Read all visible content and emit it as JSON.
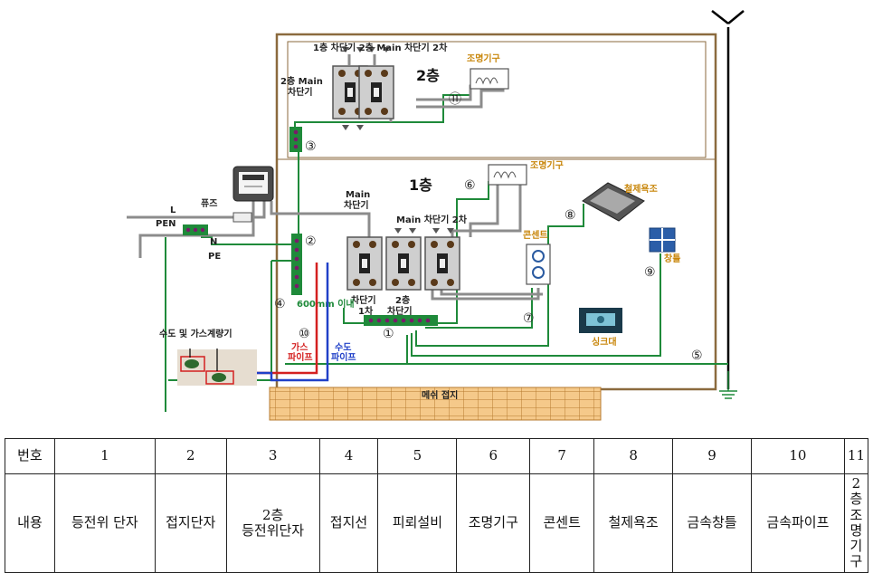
{
  "diagram": {
    "floor2_label": "2층",
    "floor1_label": "1층",
    "breaker_top_label": "1층 차단기 2층 Main 차단기 2차",
    "floor2_main_breaker": [
      "2층 Main",
      "차단기"
    ],
    "floor1_main_breaker": [
      "Main",
      "차단기"
    ],
    "floor1_breaker_2nd": "Main 차단기 2차",
    "breaker_1st": [
      "차단기",
      "1차"
    ],
    "breaker_floor2": [
      "2층",
      "차단기"
    ],
    "lighting_2f": "조명기구",
    "lighting_1f": "조명기구",
    "outlet": "콘센트",
    "bathtub": "철제욕조",
    "window": "창틀",
    "sink": "싱크대",
    "fuse": "퓨즈",
    "line_L": "L",
    "line_PEN": "PEN",
    "line_N": "N",
    "line_PE": "PE",
    "meter_label": "수도 및 가스계량기",
    "gas_pipe": [
      "가스",
      "파이프"
    ],
    "water_pipe": [
      "수도",
      "파이프"
    ],
    "distance_note": "600mm 이내",
    "mesh_ground": "메쉬 접지",
    "markers": [
      "①",
      "②",
      "③",
      "④",
      "⑤",
      "⑥",
      "⑦",
      "⑧",
      "⑨",
      "⑩",
      "⑪"
    ]
  },
  "legend": {
    "header_label": "번호",
    "content_label": "내용",
    "numbers": [
      "1",
      "2",
      "3",
      "4",
      "5",
      "6",
      "7",
      "8",
      "9",
      "10",
      "11"
    ],
    "items": [
      [
        "등전위 단자"
      ],
      [
        "접지단자"
      ],
      [
        "2층",
        "등전위단자"
      ],
      [
        "접지선"
      ],
      [
        "피뢰설비"
      ],
      [
        "조명기구"
      ],
      [
        "콘센트"
      ],
      [
        "철제욕조"
      ],
      [
        "금속창틀"
      ],
      [
        "금속파이프"
      ],
      [
        "2층",
        "조명기구"
      ]
    ]
  },
  "colors": {
    "house_border": "#8b6a3e",
    "earth_wire": "#1f8a3a",
    "live_wire": "#8c8c8c",
    "gas_pipe": "#d42020",
    "water_pipe": "#2040c8",
    "label_accent": "#c8860a",
    "mesh_fill": "#f5c98a"
  }
}
